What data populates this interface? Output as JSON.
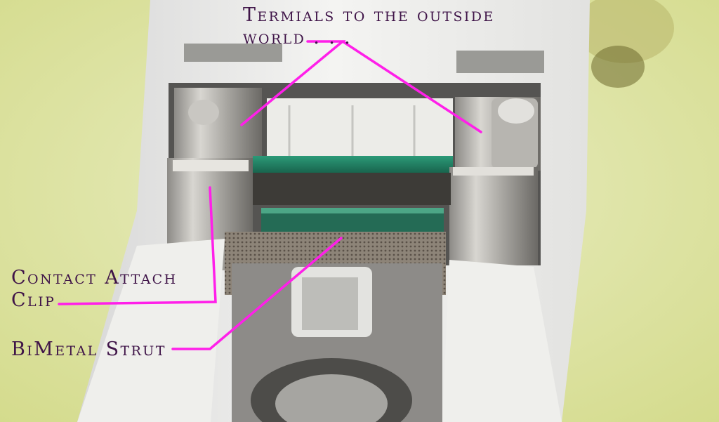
{
  "photo": {
    "subject": "thermal circuit breaker internals",
    "annotation_color": "#ff1fe9",
    "label_color": "#3f1448",
    "background_color": "#e7eab9"
  },
  "labels": {
    "terminals": "Termials to the outside\nworld . . .",
    "contact_clip": "Contact Attach\nClip",
    "bimetal_strut": "BiMetal Strut"
  }
}
